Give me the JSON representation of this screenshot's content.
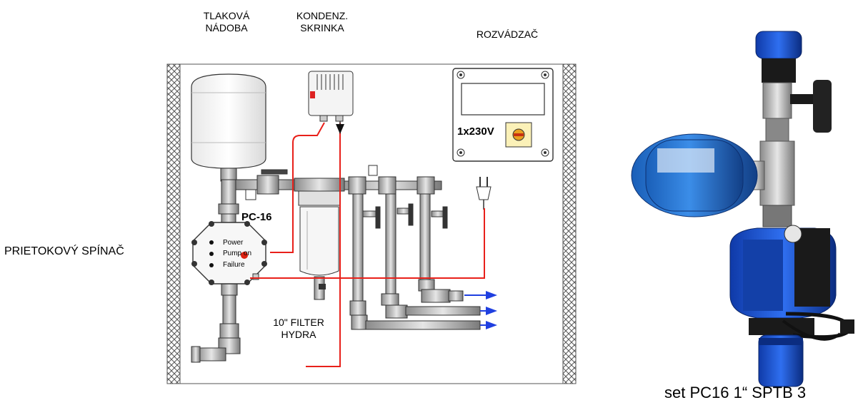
{
  "labels": {
    "tank_line1": "TLAKOVÁ",
    "tank_line2": "NÁDOBA",
    "condensate_line1": "KONDENZ.",
    "condensate_line2": "SKRINKA",
    "distribution": "ROZVÁDZAČ",
    "flow_switch": "PRIETOKOVÝ SPÍNAČ",
    "controller": "PC-16",
    "voltage": "1x230V",
    "filter_line1": "10\" FILTER",
    "filter_line2": "HYDRA",
    "led_power": "Power",
    "led_pump": "Pump on",
    "led_failure": "Failure",
    "product_caption": "set PC16 1“ SPTB 3"
  },
  "colors": {
    "cable_red": "#e8201a",
    "arrow_blue": "#1f3fe0",
    "tank_blue": "#1f6fd0",
    "fitting_blue": "#1a4fc8",
    "frame_hatch": "#555555"
  }
}
